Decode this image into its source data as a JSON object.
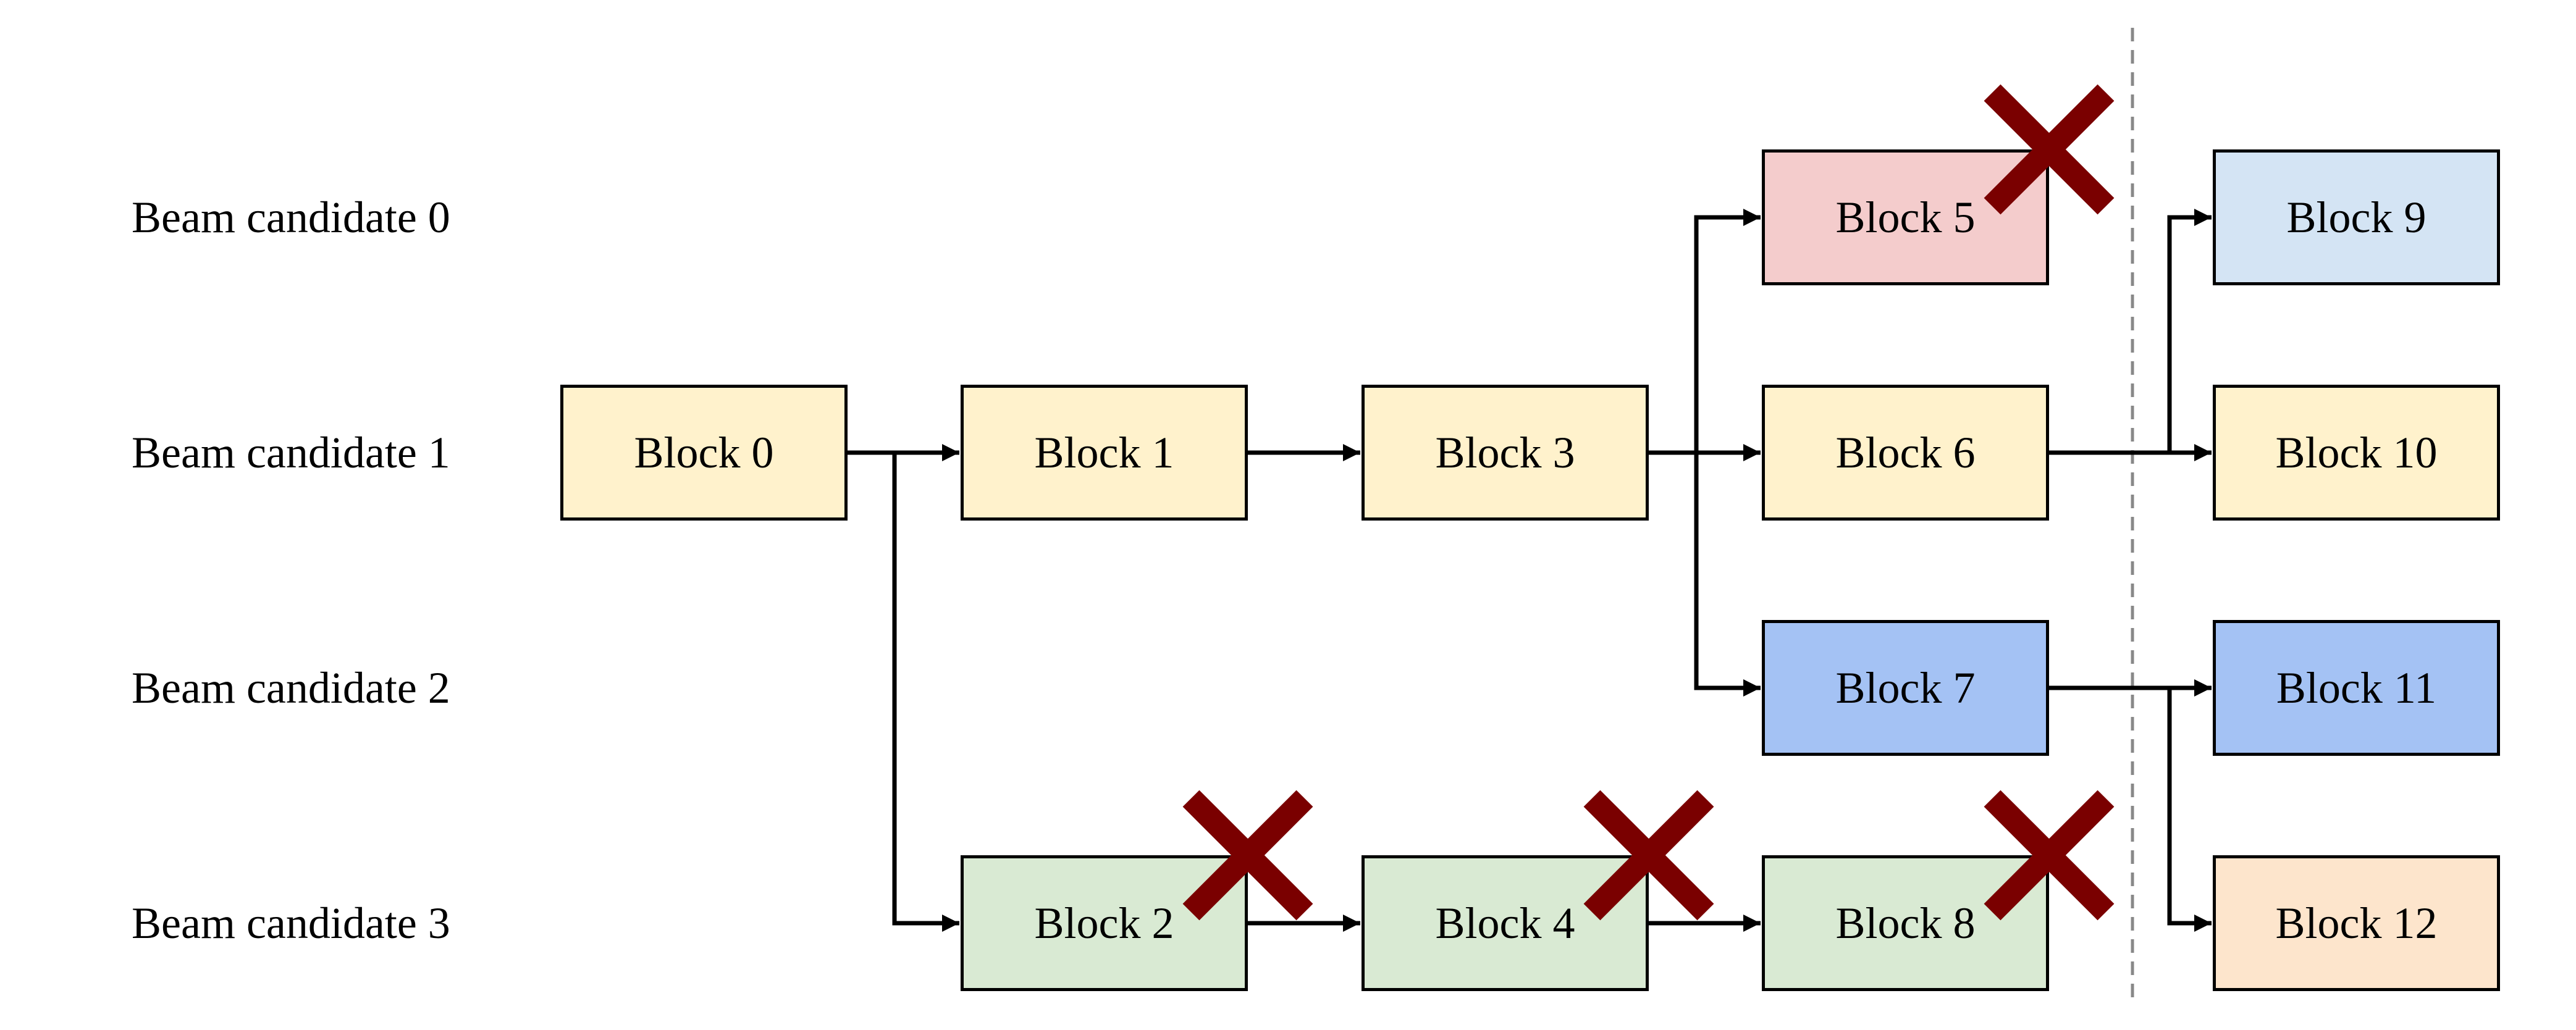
{
  "rows": [
    {
      "id": 0,
      "label": "Beam candidate 0"
    },
    {
      "id": 1,
      "label": "Beam candidate 1"
    },
    {
      "id": 2,
      "label": "Beam candidate 2"
    },
    {
      "id": 3,
      "label": "Beam candidate 3"
    }
  ],
  "colors": {
    "yellow": "#fff2cc",
    "red": "#f4cccc",
    "light_blue": "#d4e4f4",
    "blue": "#a4c2f4",
    "green": "#d9ead3",
    "orange": "#fde5cc",
    "cross": "#7a0000",
    "edge": "#000000",
    "divider": "#888888"
  },
  "blocks": [
    {
      "id": "b0",
      "label": "Block 0",
      "row": 1,
      "col": 0,
      "color": "yellow",
      "rejected": false
    },
    {
      "id": "b1",
      "label": "Block 1",
      "row": 1,
      "col": 1,
      "color": "yellow",
      "rejected": false
    },
    {
      "id": "b2",
      "label": "Block 2",
      "row": 3,
      "col": 1,
      "color": "green",
      "rejected": true
    },
    {
      "id": "b3",
      "label": "Block 3",
      "row": 1,
      "col": 2,
      "color": "yellow",
      "rejected": false
    },
    {
      "id": "b4",
      "label": "Block 4",
      "row": 3,
      "col": 2,
      "color": "green",
      "rejected": true
    },
    {
      "id": "b5",
      "label": "Block 5",
      "row": 0,
      "col": 3,
      "color": "red",
      "rejected": true
    },
    {
      "id": "b6",
      "label": "Block 6",
      "row": 1,
      "col": 3,
      "color": "yellow",
      "rejected": false
    },
    {
      "id": "b7",
      "label": "Block 7",
      "row": 2,
      "col": 3,
      "color": "blue",
      "rejected": false
    },
    {
      "id": "b8",
      "label": "Block 8",
      "row": 3,
      "col": 3,
      "color": "green",
      "rejected": true
    },
    {
      "id": "b9",
      "label": "Block 9",
      "row": 0,
      "col": 4,
      "color": "light_blue",
      "rejected": false
    },
    {
      "id": "b10",
      "label": "Block 10",
      "row": 1,
      "col": 4,
      "color": "yellow",
      "rejected": false
    },
    {
      "id": "b11",
      "label": "Block 11",
      "row": 2,
      "col": 4,
      "color": "blue",
      "rejected": false
    },
    {
      "id": "b12",
      "label": "Block 12",
      "row": 3,
      "col": 4,
      "color": "orange",
      "rejected": false
    }
  ],
  "edges": [
    {
      "from": "b0",
      "to": "b1"
    },
    {
      "from": "b0",
      "to": "b2"
    },
    {
      "from": "b1",
      "to": "b3"
    },
    {
      "from": "b2",
      "to": "b4"
    },
    {
      "from": "b3",
      "to": "b5"
    },
    {
      "from": "b3",
      "to": "b6"
    },
    {
      "from": "b3",
      "to": "b7"
    },
    {
      "from": "b4",
      "to": "b8"
    },
    {
      "from": "b6",
      "to": "b9"
    },
    {
      "from": "b6",
      "to": "b10"
    },
    {
      "from": "b7",
      "to": "b11"
    },
    {
      "from": "b7",
      "to": "b12"
    }
  ]
}
